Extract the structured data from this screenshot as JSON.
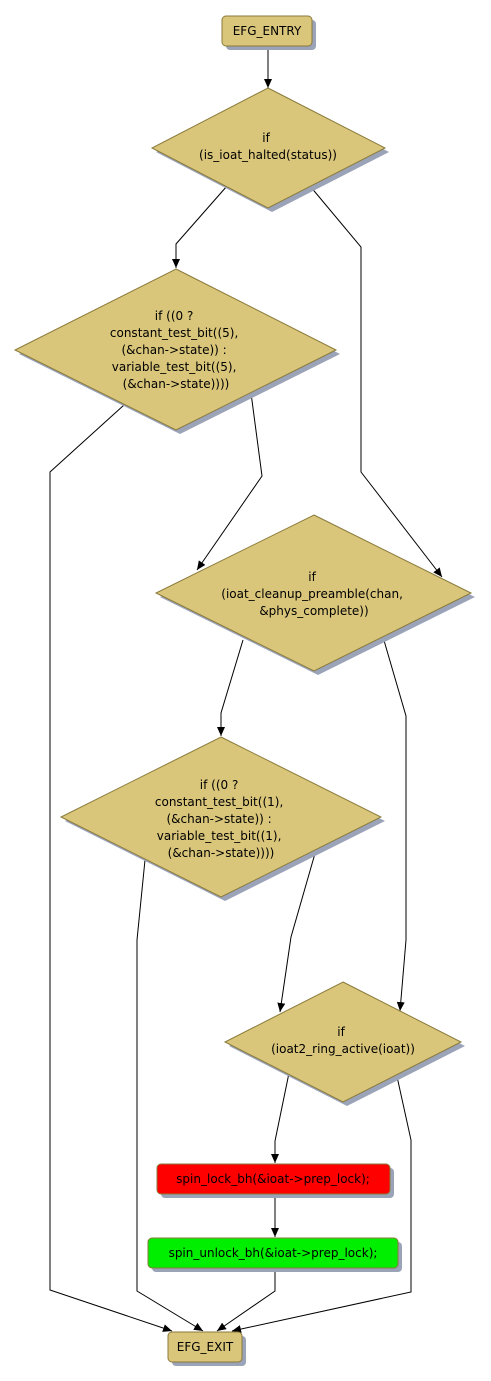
{
  "colors": {
    "node_fill": "#d9c67b",
    "node_stroke": "#8a7a3a",
    "shadow": "#9aa3b8",
    "edge": "#000000",
    "lock_fill": "#ff0000",
    "unlock_fill": "#00ee00"
  },
  "nodes": {
    "entry": {
      "label": "EFG_ENTRY"
    },
    "exit": {
      "label": "EFG_EXIT"
    },
    "dec_halted": {
      "lines": [
        "if",
        "(is_ioat_halted(status))"
      ]
    },
    "dec_bit5": {
      "lines": [
        "if ((0 ?",
        "constant_test_bit((5),",
        "(&chan->state)) :",
        "variable_test_bit((5),",
        "(&chan->state))))"
      ]
    },
    "dec_cleanup": {
      "lines": [
        "if",
        "(ioat_cleanup_preamble(chan,",
        "&phys_complete))"
      ]
    },
    "dec_bit1": {
      "lines": [
        "if ((0 ?",
        "constant_test_bit((1),",
        "(&chan->state)) :",
        "variable_test_bit((1),",
        "(&chan->state))))"
      ]
    },
    "dec_ring": {
      "lines": [
        "if",
        "(ioat2_ring_active(ioat))"
      ]
    },
    "lock": {
      "label": "spin_lock_bh(&ioat->prep_lock);"
    },
    "unlock": {
      "label": "spin_unlock_bh(&ioat->prep_lock);"
    }
  }
}
